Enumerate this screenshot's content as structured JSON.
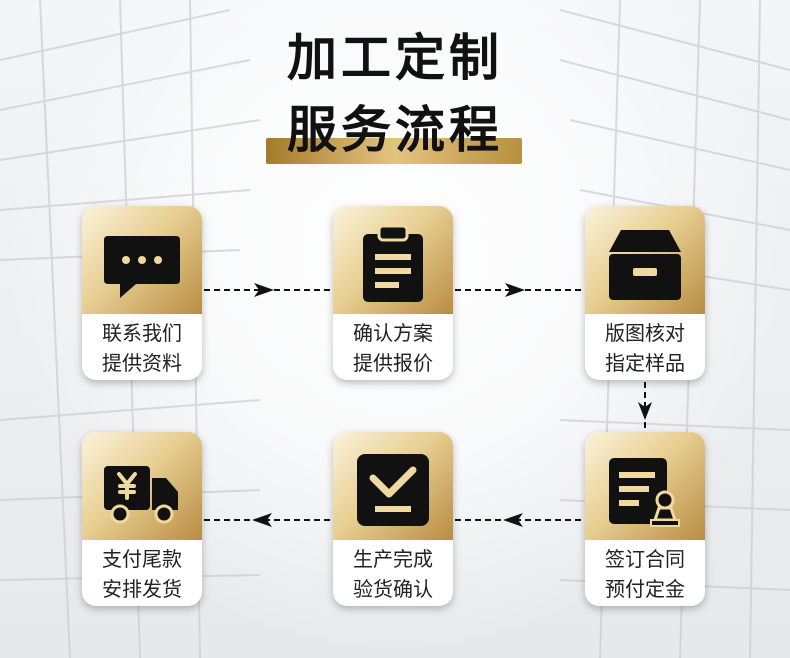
{
  "title": {
    "line1": "加工定制",
    "line2": "服务流程"
  },
  "steps": [
    {
      "icon": "chat-bubble-icon",
      "line1": "联系我们",
      "line2": "提供资料"
    },
    {
      "icon": "clipboard-icon",
      "line1": "确认方案",
      "line2": "提供报价"
    },
    {
      "icon": "archive-box-icon",
      "line1": "版图核对",
      "line2": "指定样品"
    },
    {
      "icon": "contract-stamp-icon",
      "line1": "签订合同",
      "line2": "预付定金"
    },
    {
      "icon": "checkbox-done-icon",
      "line1": "生产完成",
      "line2": "验货确认"
    },
    {
      "icon": "delivery-truck-yen-icon",
      "line1": "支付尾款",
      "line2": "安排发货"
    }
  ],
  "colors": {
    "gold_light": "#fbf3dc",
    "gold_mid": "#e8cf93",
    "gold_dark": "#b88d42",
    "icon": "#111111"
  }
}
